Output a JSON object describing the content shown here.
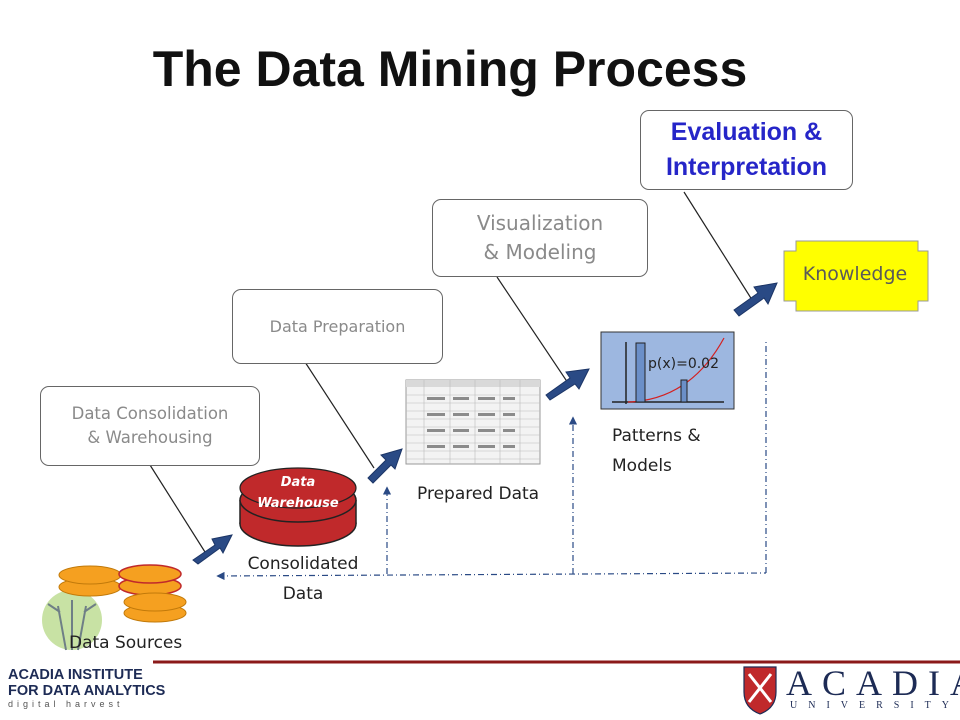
{
  "title": "The Data Mining Process",
  "steps": {
    "consolidation": "Data Consolidation\n& Warehousing",
    "preparation": "Data Preparation",
    "visualization": "Visualization\n& Modeling",
    "evaluation": "Evaluation &\nInterpretation"
  },
  "artifacts": {
    "data_sources": "Data Sources",
    "data_warehouse": "Data\nWarehouse",
    "consolidated": "Consolidated\nData",
    "prepared": "Prepared Data",
    "patterns": "Patterns &\nModels",
    "probability": "p(x)=0.02",
    "knowledge": "Knowledge"
  },
  "logos": {
    "left_line1": "ACADIA INSTITUTE",
    "left_line2": "FOR DATA ANALYTICS",
    "left_tagline": "digital harvest",
    "right_name": "ACADIA",
    "right_sub": "UNIVERSITY"
  },
  "colors": {
    "arrow": "#2a4a85",
    "accent_red": "#8b1a1a",
    "disk_orange": "#f5a020",
    "warehouse_red": "#c0292b",
    "model_blue": "#9db7e0",
    "knowledge_yellow": "#ffff00",
    "evaluation_text": "#2525c8"
  }
}
